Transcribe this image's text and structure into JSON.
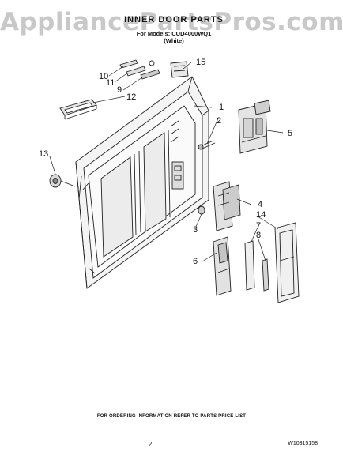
{
  "header": {
    "watermark": "AppliancePartsPros.com",
    "title": "INNER DOOR PARTS",
    "subtitle": "For Models: CUD4000WQ1",
    "subtitle2": "(White)"
  },
  "callouts": {
    "c1": "1",
    "c2": "2",
    "c3": "3",
    "c4": "4",
    "c5": "5",
    "c6": "6",
    "c7": "7",
    "c8": "8",
    "c9": "9",
    "c10": "10",
    "c11": "11",
    "c12": "12",
    "c13": "13",
    "c14": "14",
    "c15": "15"
  },
  "footer": {
    "note": "FOR ORDERING INFORMATION REFER TO PARTS PRICE LIST",
    "page_number": "2",
    "doc_number": "W10315158"
  }
}
